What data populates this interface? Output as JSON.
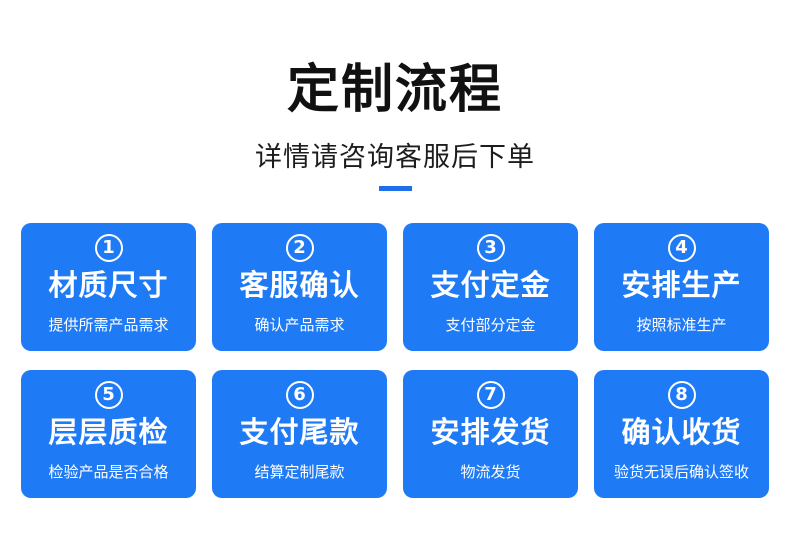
{
  "header": {
    "title": "定制流程",
    "subtitle": "详情请咨询客服后下单"
  },
  "steps": [
    {
      "number": "1",
      "title": "材质尺寸",
      "description": "提供所需产品需求"
    },
    {
      "number": "2",
      "title": "客服确认",
      "description": "确认产品需求"
    },
    {
      "number": "3",
      "title": "支付定金",
      "description": "支付部分定金"
    },
    {
      "number": "4",
      "title": "安排生产",
      "description": "按照标准生产"
    },
    {
      "number": "5",
      "title": "层层质检",
      "description": "检验产品是否合格"
    },
    {
      "number": "6",
      "title": "支付尾款",
      "description": "结算定制尾款"
    },
    {
      "number": "7",
      "title": "安排发货",
      "description": "物流发货"
    },
    {
      "number": "8",
      "title": "确认收货",
      "description": "验货无误后确认签收"
    }
  ],
  "colors": {
    "accent": "#1f6fe8",
    "card": "#1f7af6",
    "title": "#111111"
  }
}
